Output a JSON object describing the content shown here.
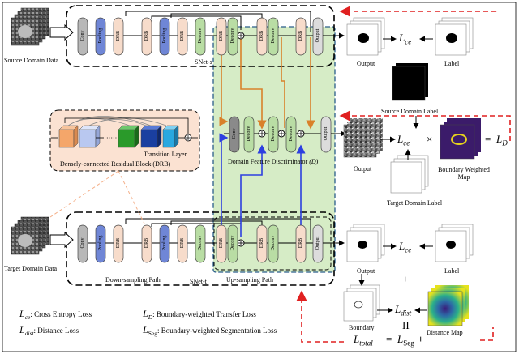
{
  "inputs": {
    "source": "Source Domain Data",
    "target": "Target Domain Data"
  },
  "networks": {
    "snet_s": "SNet-s",
    "snet_t": "SNet-t",
    "down_path": "Down-sampling Path",
    "up_path": "Up-sampling Path",
    "discriminator": "Domain Feature Discriminator",
    "discriminator_symbol": "(D)"
  },
  "blocks": {
    "conv": "Conv",
    "pooling": "Pooling",
    "drb": "DRB",
    "deconv": "Deconv",
    "output": "Output"
  },
  "drb_inset": {
    "title": "Densely-connected Residual Block (DRB)",
    "transition": "Transition Layer"
  },
  "panels": {
    "output": "Output",
    "label": "Label",
    "source_domain_label": "Source Domain Label",
    "target_domain_label": "Target Domain Label",
    "boundary_weighted_map": "Boundary Weighted Map",
    "boundary": "Boundary",
    "distance_map": "Distance Map"
  },
  "losses": {
    "ce": "L",
    "ce_sub": "ce",
    "d": "L",
    "d_sub": "D",
    "dist": "L",
    "dist_sub": "dist",
    "seg": "L",
    "seg_sub": "Seg",
    "total": "L",
    "total_sub": "total",
    "times": "×",
    "plus": "+",
    "equals": "=",
    "eq2": "II"
  },
  "legend": {
    "ce_desc": ": Cross Entropy Loss",
    "dist_desc": ": Distance Loss",
    "d_desc": ": Boundary-weighted Transfer Loss",
    "seg_desc": ": Boundary-weighted Segmentation Loss"
  },
  "colors": {
    "conv": "#b8b8b8",
    "pooling": "#6f86d6",
    "drb": "#f7dccb",
    "deconv": "#b9dda4",
    "output": "#dcdcdc",
    "disc_region": "#d6ecc6",
    "drb_inset_bg": "#fbe2d2",
    "orange_arrow": "#d9812a",
    "blue_arrow": "#2d3fe0",
    "red_dashed": "#e02020"
  }
}
